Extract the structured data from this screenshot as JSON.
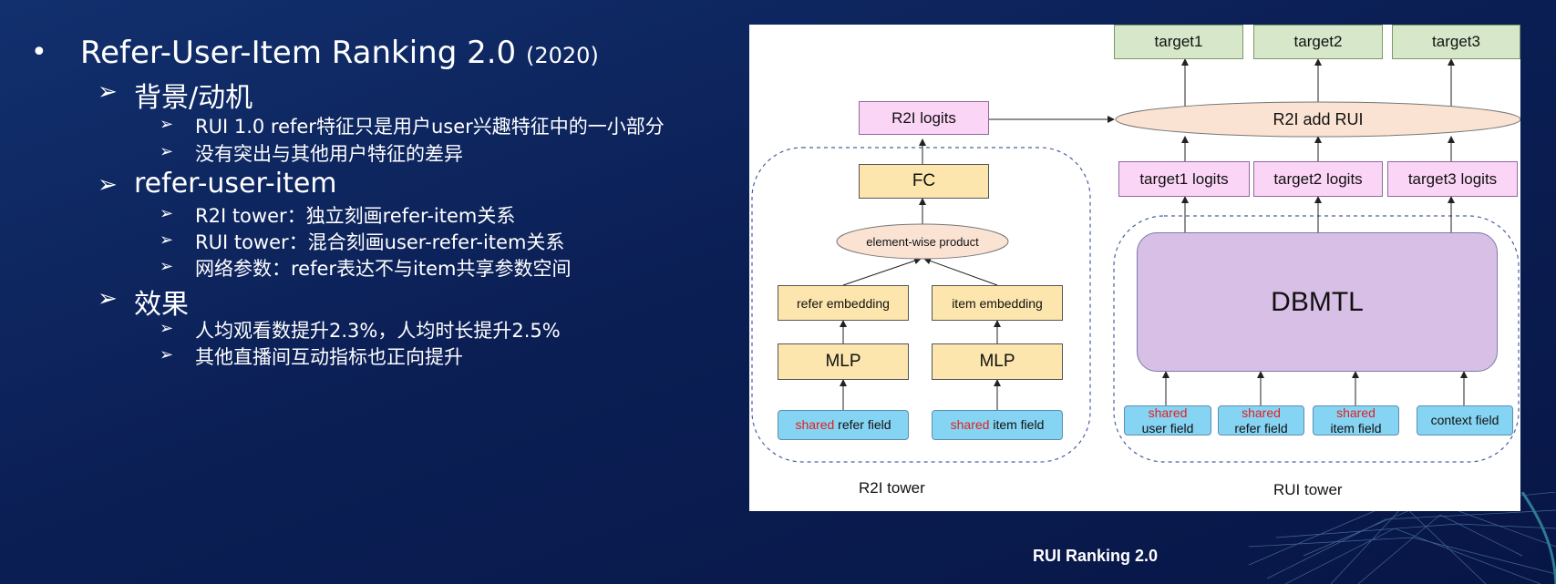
{
  "slide": {
    "title": "Refer-User-Item Ranking 2.0",
    "title_year": "(2020)",
    "sections": [
      {
        "heading": "背景/动机",
        "items": [
          "RUI 1.0  refer特征只是用户user兴趣特征中的一小部分",
          "没有突出与其他用户特征的差异"
        ]
      },
      {
        "heading": "refer-user-item",
        "items": [
          "R2I tower：独立刻画refer-item关系",
          "RUI tower：混合刻画user-refer-item关系",
          "网络参数：refer表达不与item共享参数空间"
        ]
      },
      {
        "heading": "效果",
        "items": [
          "人均观看数提升2.3%，人均时长提升2.5%",
          "其他直播间互动指标也正向提升"
        ]
      }
    ],
    "caption": "RUI Ranking 2.0"
  },
  "diagram": {
    "targets": [
      "target1",
      "target2",
      "target3"
    ],
    "target_logits": [
      "target1 logits",
      "target2 logits",
      "target3 logits"
    ],
    "r2i_add_rui": "R2I add RUI",
    "r2i_logits": "R2I logits",
    "fc": "FC",
    "element_wise": "element-wise product",
    "refer_embedding": "refer embedding",
    "item_embedding": "item embedding",
    "mlp": "MLP",
    "shared_word": "shared",
    "refer_field": "refer field",
    "item_field": "item field",
    "dbmtl": "DBMTL",
    "rui_inputs": [
      {
        "shared": "shared",
        "label": "user field"
      },
      {
        "shared": "shared",
        "label": "refer field"
      },
      {
        "shared": "shared",
        "label": "item field"
      },
      {
        "shared": "",
        "label": "context field"
      }
    ],
    "r2i_tower_label": "R2I tower",
    "rui_tower_label": "RUI tower"
  }
}
